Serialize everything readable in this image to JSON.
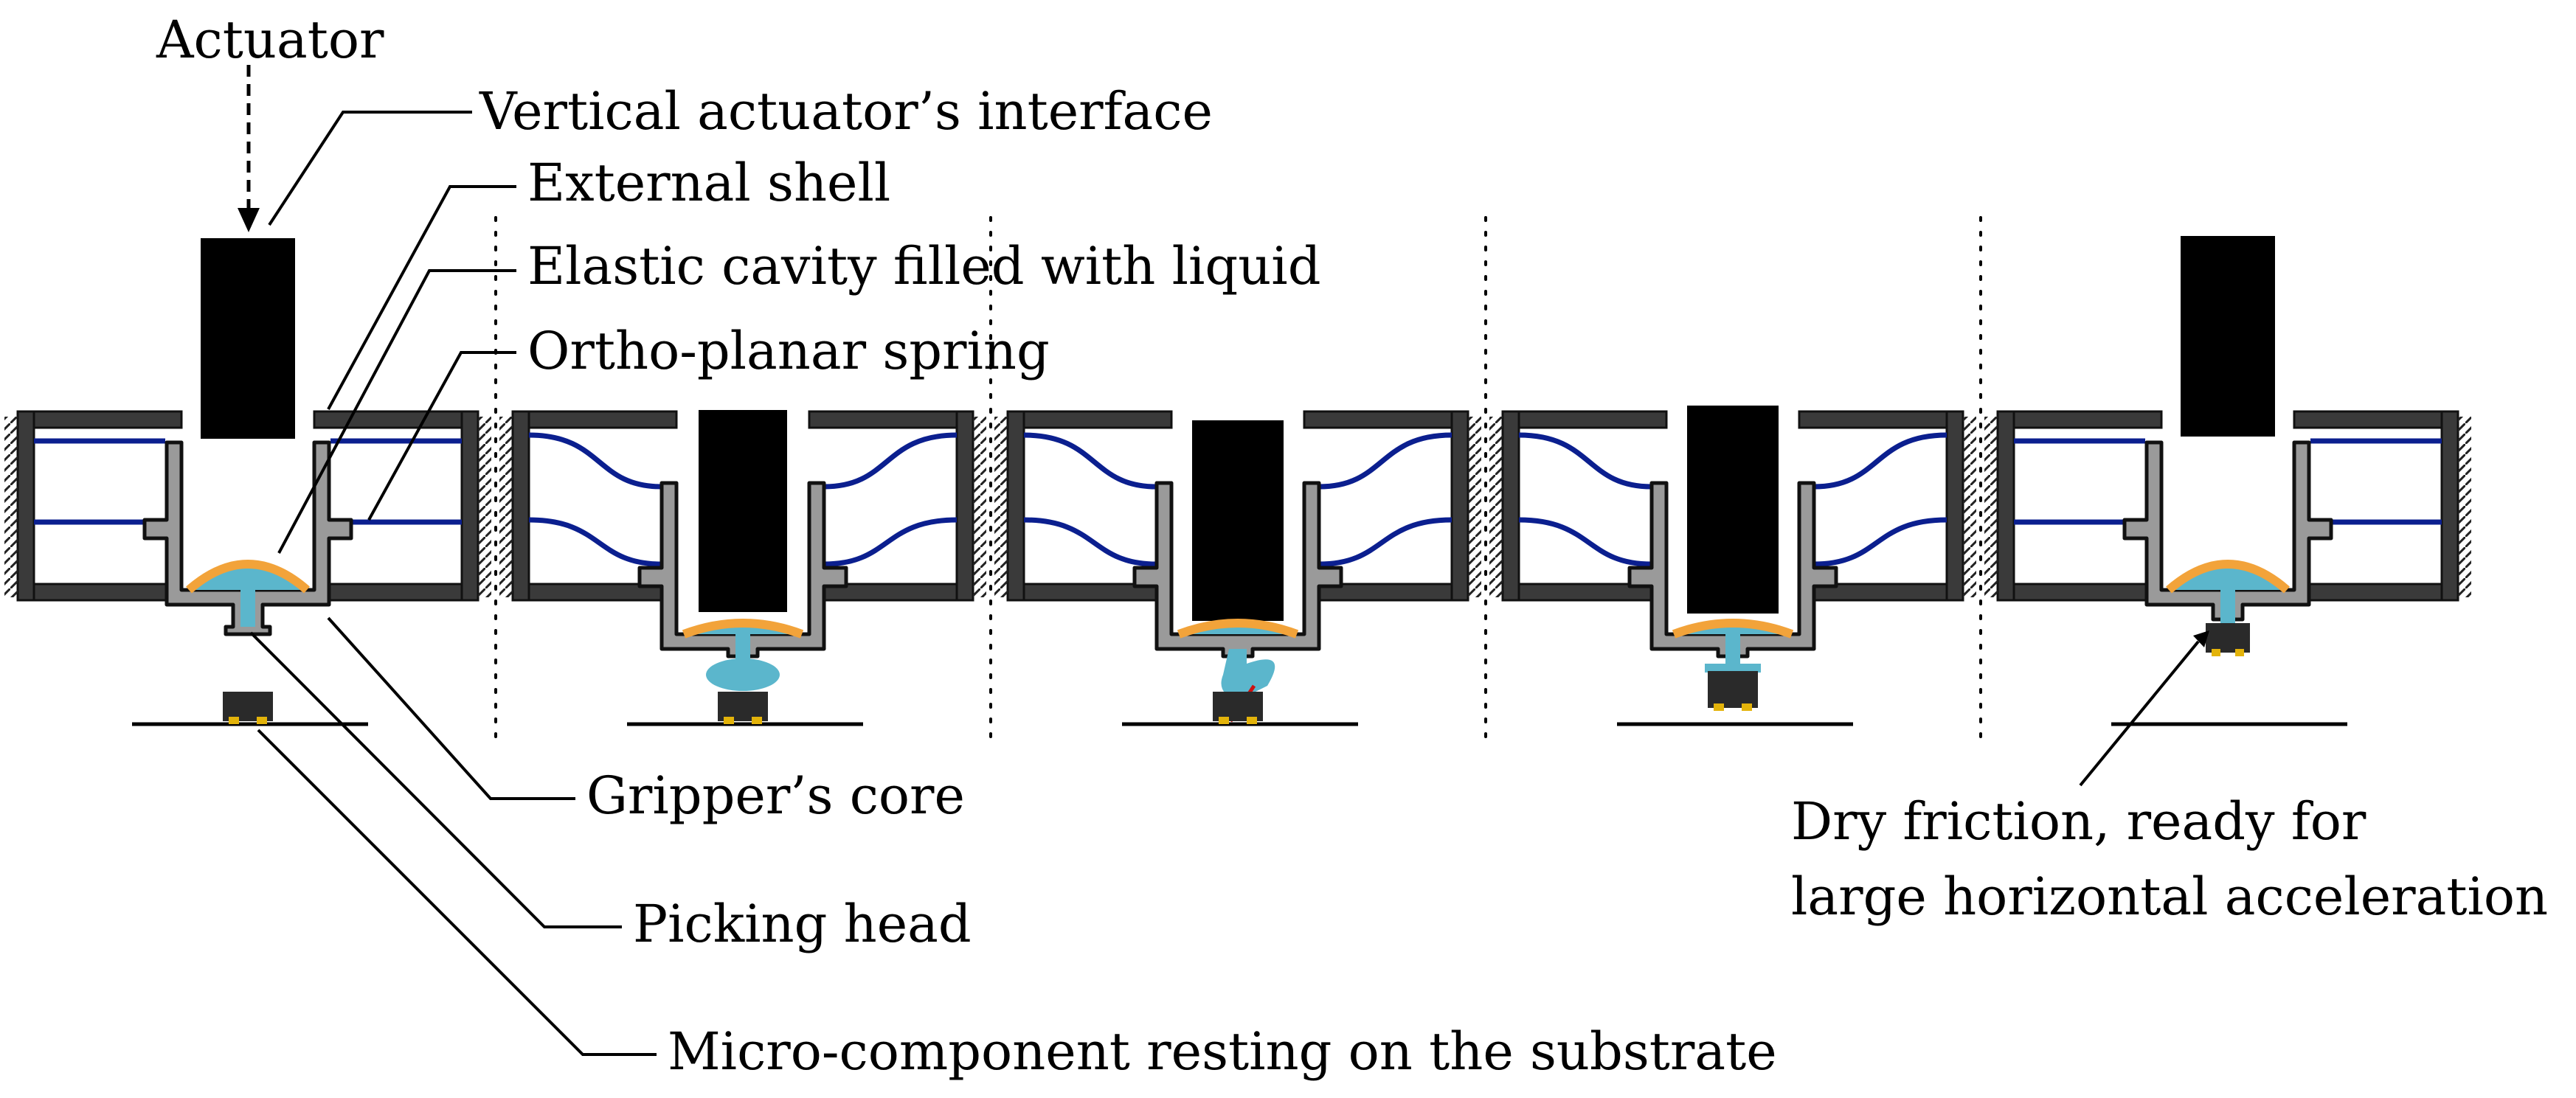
{
  "figure": {
    "labels": {
      "actuator": "Actuator",
      "vertical_interface": "Vertical actuator’s interface",
      "external_shell": "External shell",
      "elastic_cavity": "Elastic cavity filled with liquid",
      "ortho_planar_spring": "Ortho-planar spring",
      "grippers_core": "Gripper’s core",
      "picking_head": "Picking head",
      "micro_component": "Micro-component resting on the substrate",
      "dry_friction_line1": "Dry friction, ready for",
      "dry_friction_line2": "large horizontal acceleration"
    },
    "colors": {
      "actuator": "#000000",
      "shell": "#3a3a3a",
      "core": "#9a9a9a",
      "spring": "#0b1f8f",
      "liquid": "#5bb6cc",
      "membrane": "#f2a33a",
      "component": "#2a2a2a",
      "pads": "#e3b30a",
      "contact_arrow": "#cc1111"
    },
    "stage_count": 5
  }
}
